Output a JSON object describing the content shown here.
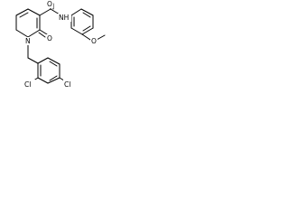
{
  "labels": {
    "oxygen_amide": "O",
    "nitrogen_amide": "NH",
    "oxygen_methoxy": "O",
    "nitrogen_ring": "N",
    "oxygen_pyridone": "O",
    "chlorine_left": "Cl",
    "chlorine_right": "Cl"
  }
}
